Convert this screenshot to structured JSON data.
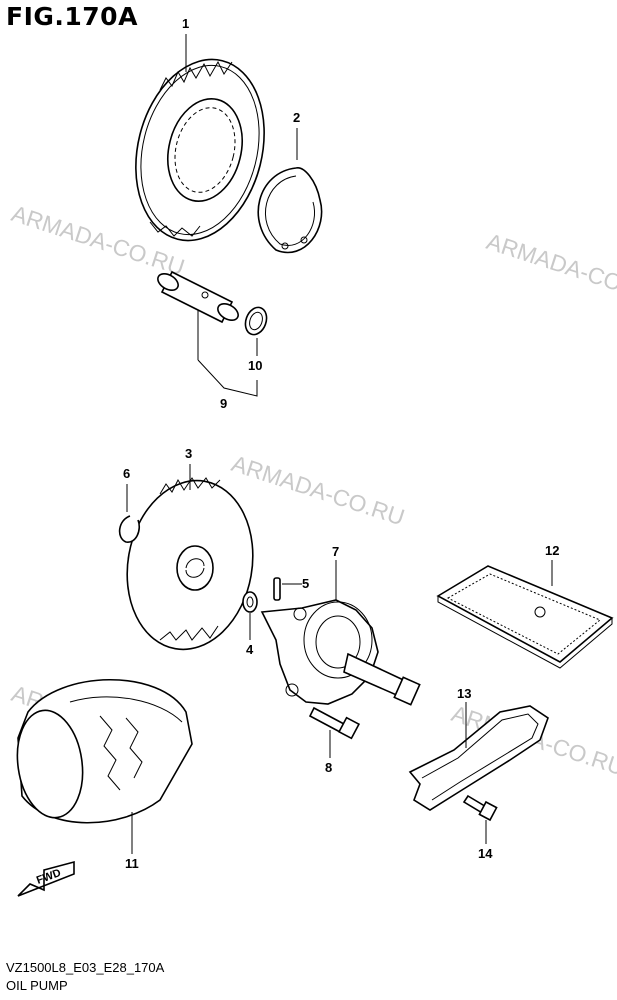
{
  "figure": {
    "title": "FIG.170A",
    "code": "VZ1500L8_E03_E28_170A",
    "name": "OIL PUMP"
  },
  "watermark": "ARMADA-CO.RU",
  "callouts": [
    "1",
    "2",
    "10",
    "9",
    "3",
    "6",
    "5",
    "7",
    "12",
    "4",
    "13",
    "8",
    "11",
    "14"
  ],
  "fwd_label": "FWD",
  "colors": {
    "ink": "#000000",
    "watermark": "#c9c9c9",
    "background": "#ffffff"
  }
}
